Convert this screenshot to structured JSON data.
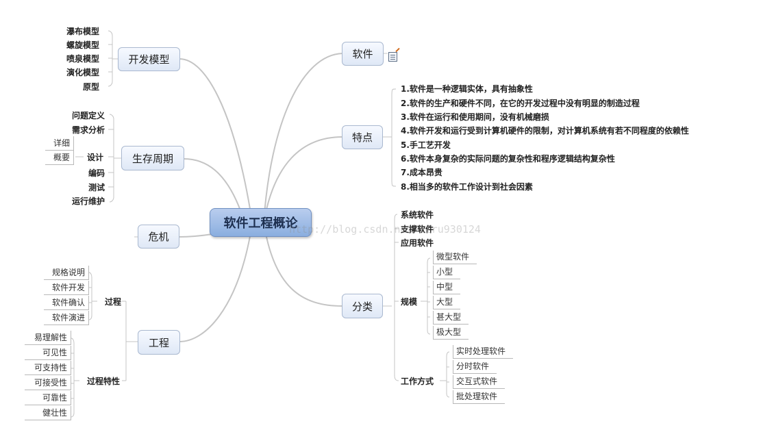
{
  "central": "软件工程概论",
  "watermark": "http://blog.csdn.net/liru930124",
  "branches": {
    "software": {
      "title": "软件",
      "note_icon": "note-icon"
    },
    "features": {
      "title": "特点",
      "items": [
        "1.软件是一种逻辑实体，具有抽象性",
        "2.软件的生产和硬件不同，在它的开发过程中没有明显的制造过程",
        "3.软件在运行和使用期间，没有机械磨损",
        "4.软件开发和运行受到计算机硬件的限制，对计算机系统有若不同程度的依赖性",
        "5.手工艺开发",
        "6.软件本身复杂的实际问题的复杂性和程序逻辑结构复杂性",
        "7.成本昂贵",
        "8.相当多的软件工作设计到社会因素"
      ]
    },
    "classification": {
      "title": "分类",
      "system": "系统软件",
      "support": "支撑软件",
      "application": "应用软件",
      "scale": {
        "label": "规模",
        "items": [
          "微型软件",
          "小型",
          "中型",
          "大型",
          "甚大型",
          "极大型"
        ]
      },
      "workmode": {
        "label": "工作方式",
        "items": [
          "实时处理软件",
          "分时软件",
          "交互式软件",
          "批处理软件"
        ]
      }
    },
    "devmodel": {
      "title": "开发模型",
      "items": [
        "瀑布模型",
        "螺旋模型",
        "喷泉模型",
        "演化模型",
        "原型"
      ]
    },
    "lifecycle": {
      "title": "生存周期",
      "problem": "问题定义",
      "analysis": "需求分析",
      "design": {
        "label": "设计",
        "items": [
          "详细",
          "概要"
        ]
      },
      "coding": "编码",
      "testing": "测试",
      "maintenance": "运行维护"
    },
    "crisis": {
      "title": "危机"
    },
    "engineering": {
      "title": "工程",
      "process": {
        "label": "过程",
        "items": [
          "规格说明",
          "软件开发",
          "软件确认",
          "软件演进"
        ]
      },
      "traits": {
        "label": "过程特性",
        "items": [
          "易理解性",
          "可见性",
          "可支持性",
          "可接受性",
          "可靠性",
          "健壮性"
        ]
      }
    }
  }
}
